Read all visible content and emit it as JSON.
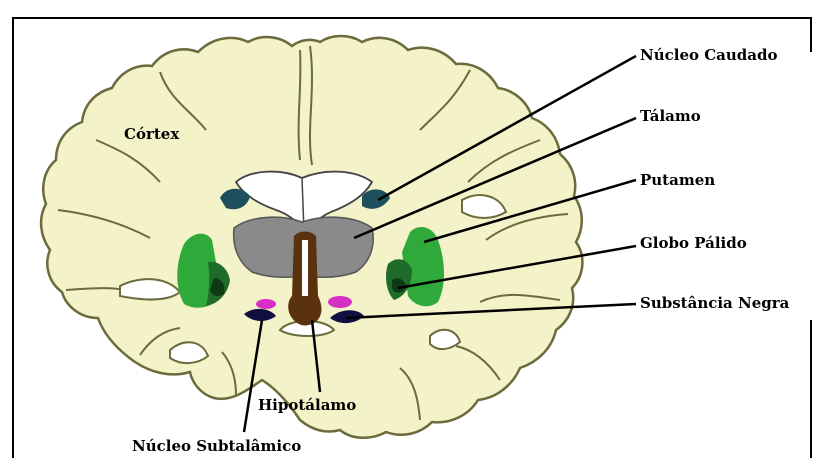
{
  "labels": {
    "cortex": "Córtex",
    "nucleo_caudado": "Núcleo Caudado",
    "talamo": "Tálamo",
    "putamen": "Putamen",
    "globo_palido": "Globo Pálido",
    "substancia_negra": "Substância Negra",
    "hipotalamo": "Hipotálamo",
    "nucleo_subtalamico": "Núcleo Subtalâmico"
  },
  "colors": {
    "cortex_fill": "#f3f2c9",
    "cortex_outline": "#6b6b3c",
    "white_matter_groove": "#d9d9a0",
    "ventricle": "#ffffff",
    "caudate": "#1d4f5c",
    "thalamus": "#8a8a8a",
    "putamen": "#2faa3a",
    "globus_pallidus": "#1e6b2a",
    "globus_pallidus_inner": "#0d3b14",
    "substantia_nigra": "#d62fc8",
    "subthalamic": "#101040",
    "hypothalamus": "#5a3210"
  }
}
